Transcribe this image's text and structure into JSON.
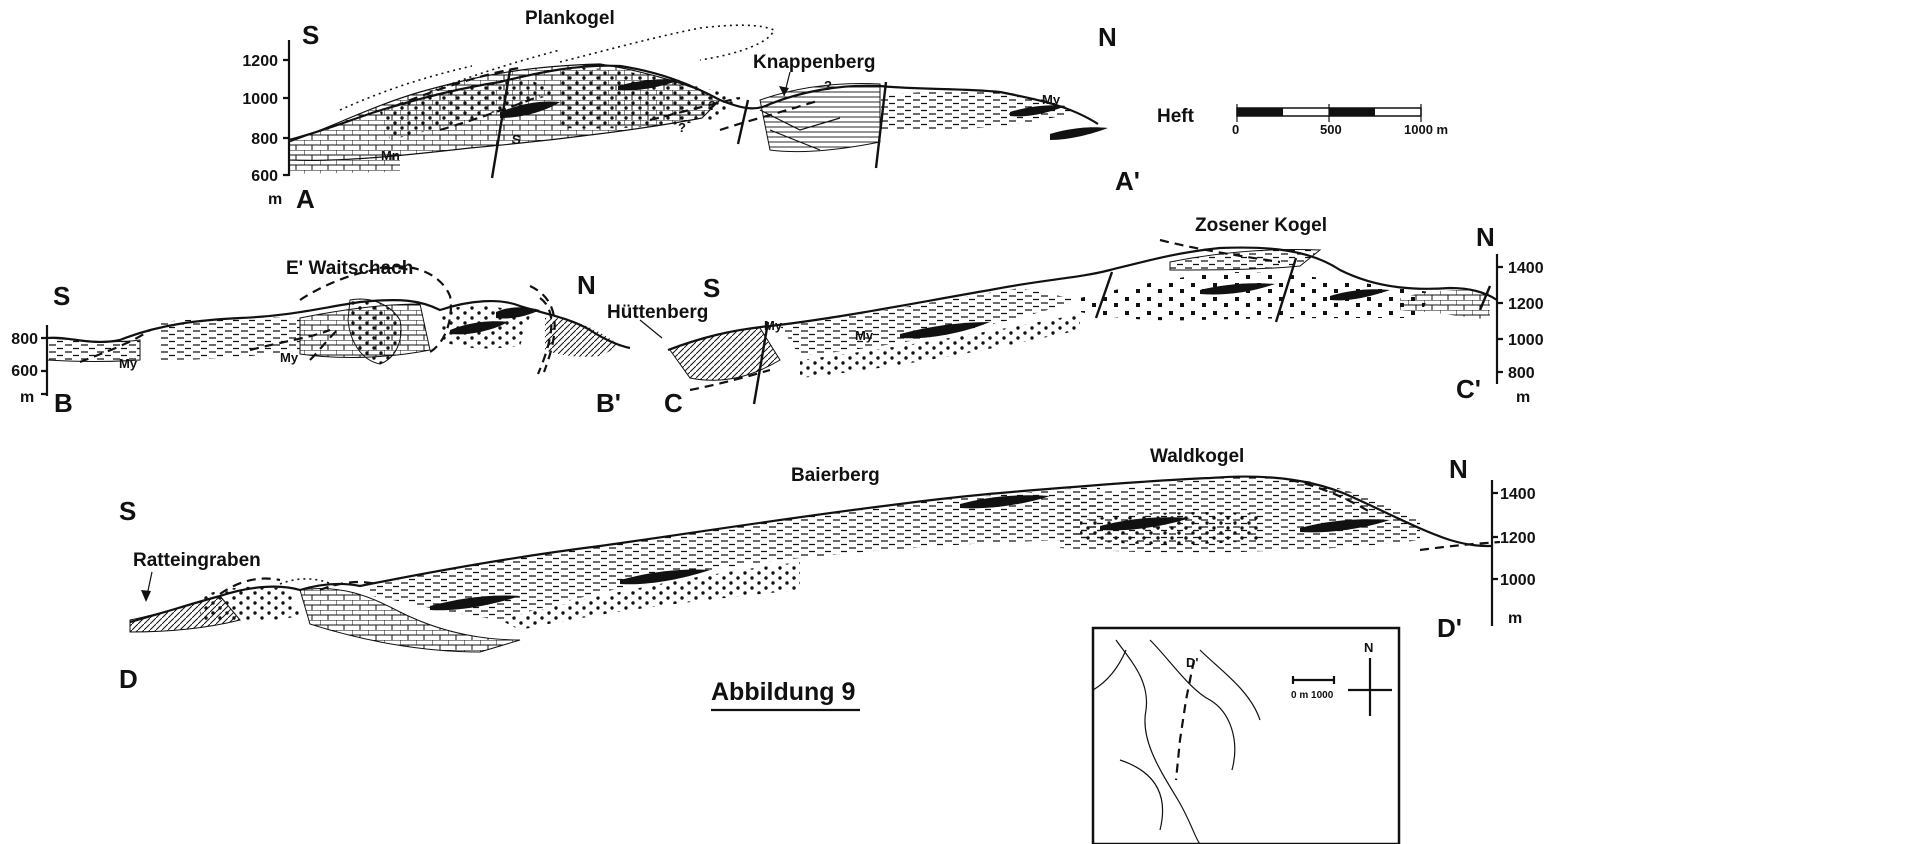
{
  "figure_caption": "Abbildung 9",
  "scale_bar": {
    "ticks": [
      "0",
      "500",
      "1000 m"
    ]
  },
  "inset_map": {
    "label": "D'",
    "north": "N",
    "scale_label": "0  m 1000"
  },
  "sections": [
    {
      "id": "A-A'",
      "south": "S",
      "north": "N",
      "start_label": "A",
      "end_label": "A'",
      "elevation_ticks": [
        "1200",
        "1000",
        "800",
        "600"
      ],
      "unit": "m",
      "place_names": [
        "Plankogel",
        "Knappenberg",
        "Heft"
      ],
      "rock_labels": [
        "Mn",
        "S",
        "My"
      ],
      "query_marks": [
        "?",
        "?",
        "?"
      ]
    },
    {
      "id": "B-B'",
      "south": "S",
      "north": "N",
      "start_label": "B",
      "end_label": "B'",
      "elevation_ticks": [
        "800",
        "600"
      ],
      "unit": "m",
      "place_names": [
        "E' Waitschach",
        "Hüttenberg"
      ],
      "rock_labels": [
        "My",
        "My"
      ]
    },
    {
      "id": "C-C'",
      "south": "S",
      "north": "N",
      "start_label": "C",
      "end_label": "C'",
      "elevation_ticks": [
        "1400",
        "1200",
        "1000",
        "800"
      ],
      "unit": "m",
      "place_names": [
        "Zosener Kogel"
      ],
      "rock_labels": [
        "My",
        "My"
      ]
    },
    {
      "id": "D-D'",
      "south": "S",
      "north": "N",
      "start_label": "D",
      "end_label": "D'",
      "elevation_ticks": [
        "1400",
        "1200",
        "1000"
      ],
      "unit": "m",
      "place_names": [
        "Baierberg",
        "Waldkogel",
        "Ratteingraben"
      ]
    }
  ]
}
